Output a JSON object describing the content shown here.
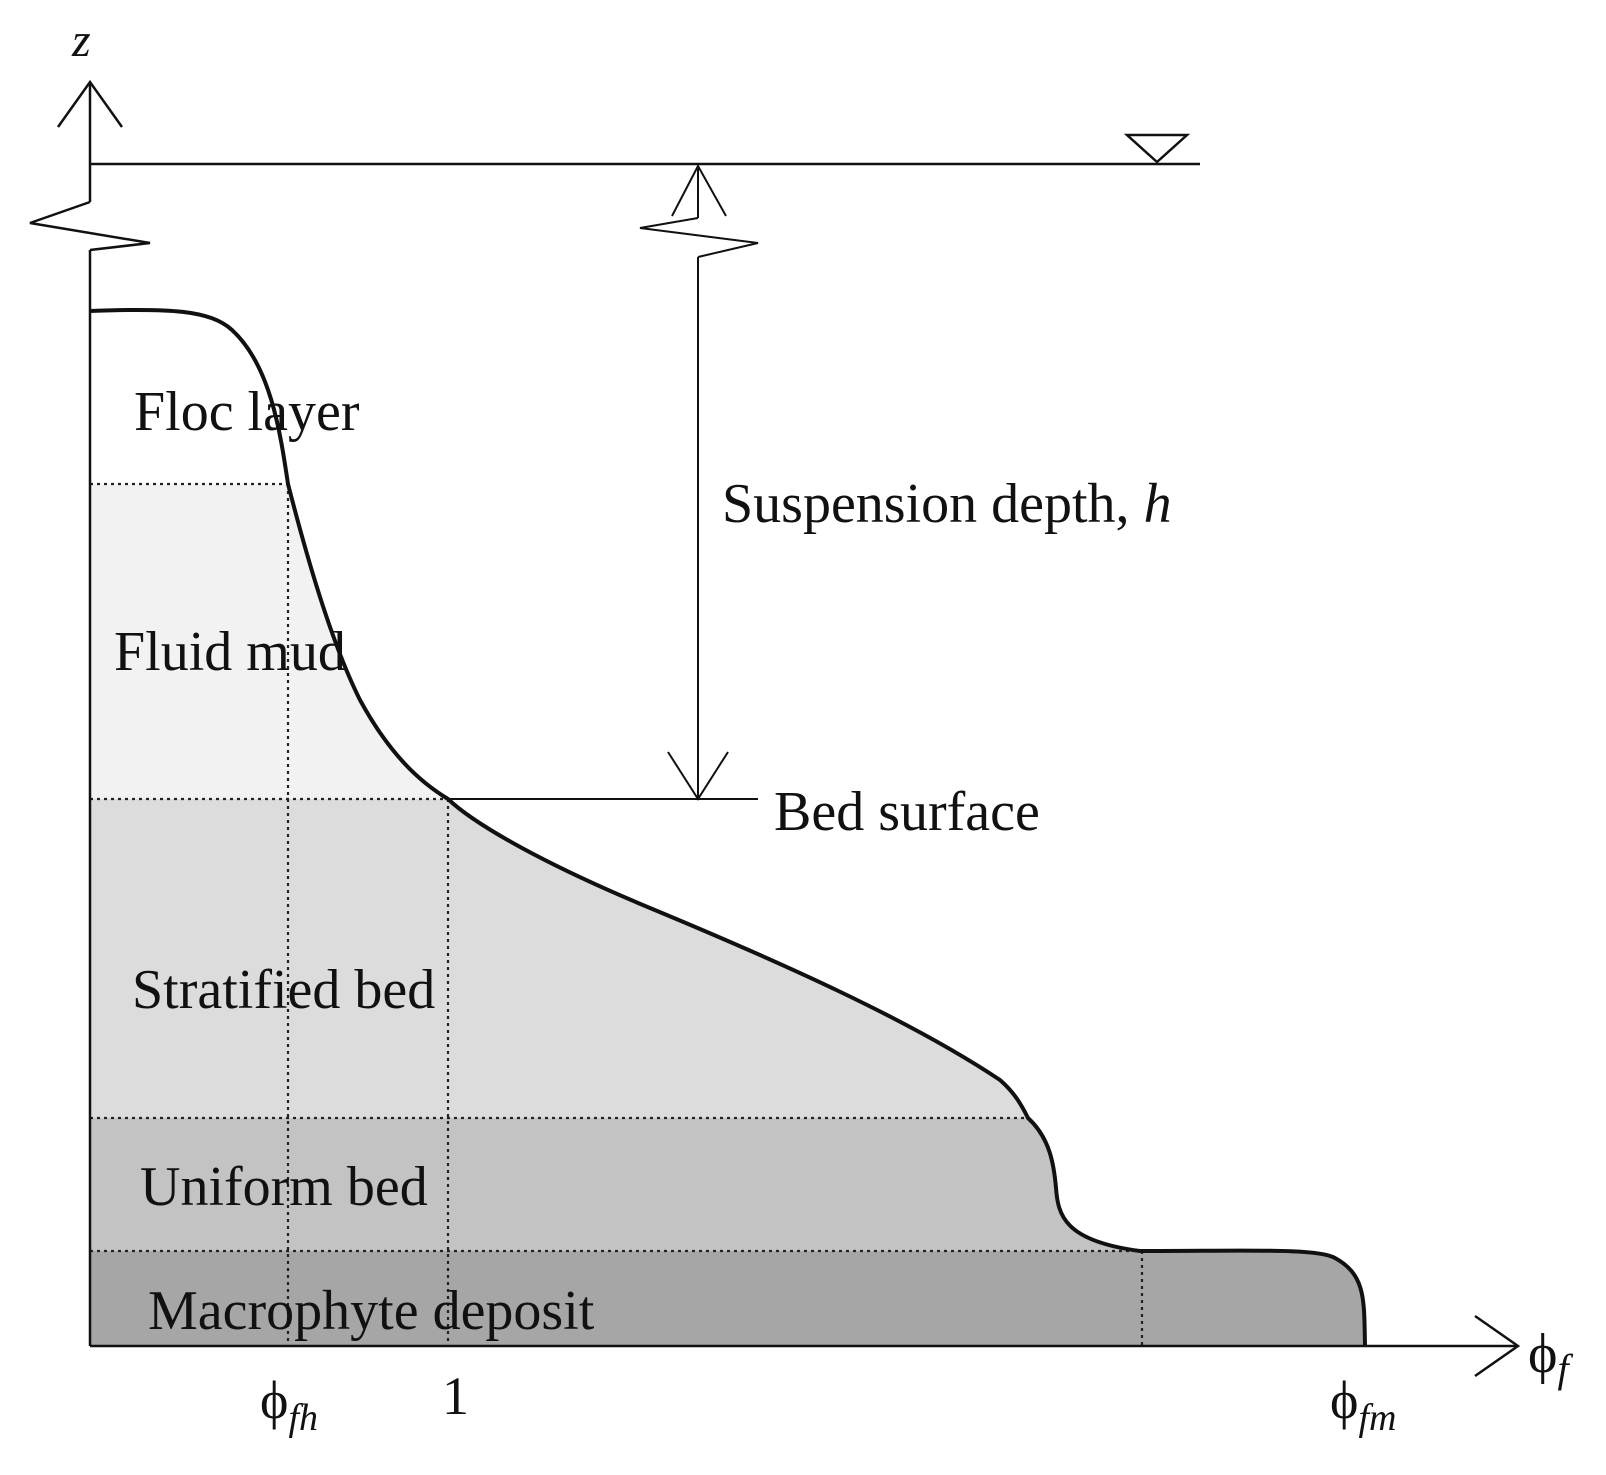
{
  "axes": {
    "z_label": "z",
    "phi_symbol": "ϕ",
    "x_label_sub": "f",
    "tick_phi_fh_sub": "fh",
    "tick_one": "1",
    "tick_phi_fm_sub": "fm"
  },
  "layers": {
    "floc": "Floc layer",
    "fluid_mud": "Fluid mud",
    "stratified": "Stratified bed",
    "uniform": "Uniform bed",
    "macrophyte": "Macrophyte deposit"
  },
  "annotations": {
    "suspension_depth": "Suspension depth, ",
    "suspension_depth_symbol": "h",
    "bed_surface": "Bed surface"
  },
  "colors": {
    "fluid_mud_fill": "#f2f2f2",
    "stratified_fill": "#dcdcdc",
    "uniform_fill": "#c3c3c3",
    "macrophyte_fill": "#a6a6a6",
    "line": "#111111"
  }
}
